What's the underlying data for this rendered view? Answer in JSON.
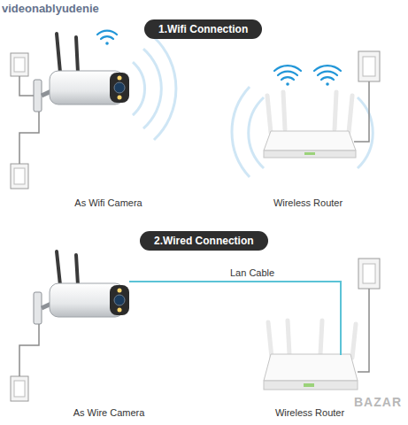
{
  "diagram": {
    "nodes": [
      {
        "text": [
          "1.Wifi Connection"
        ]
      },
      {
        "text": [
          "As Wifi Camera"
        ]
      },
      {
        "text": [
          "Wireless Router"
        ]
      },
      {
        "text": [
          "2.Wired Connection"
        ]
      },
      {
        "text": [
          "As Wire Camera"
        ]
      },
      {
        "text": [
          "Wireless Router"
        ]
      }
    ],
    "edges": [
      {
        "from": 4,
        "to": 5,
        "label": "Lan Cable",
        "arrow": "none"
      }
    ],
    "labels": [
      "videonablyudenie",
      "BAZAR"
    ]
  }
}
